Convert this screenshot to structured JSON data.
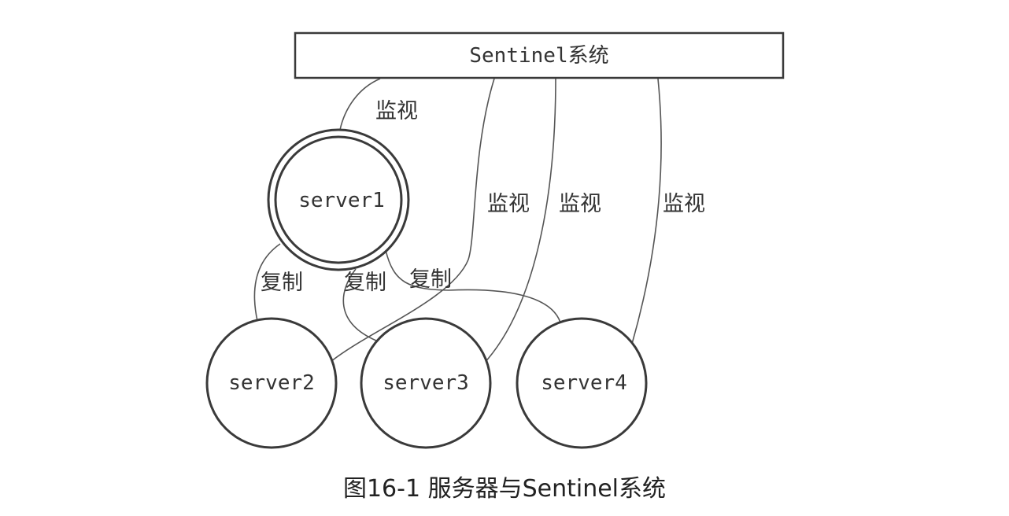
{
  "diagram": {
    "sentinel_label": "Sentinel系统",
    "nodes": {
      "server1": "server1",
      "server2": "server2",
      "server3": "server3",
      "server4": "server4"
    },
    "edge_labels": {
      "monitor_server1": "监视",
      "monitor_server2": "监视",
      "monitor_server3": "监视",
      "monitor_server4": "监视",
      "replicate_server2": "复制",
      "replicate_server3": "复制",
      "replicate_server4": "复制"
    }
  },
  "caption": "图16-1 服务器与Sentinel系统"
}
